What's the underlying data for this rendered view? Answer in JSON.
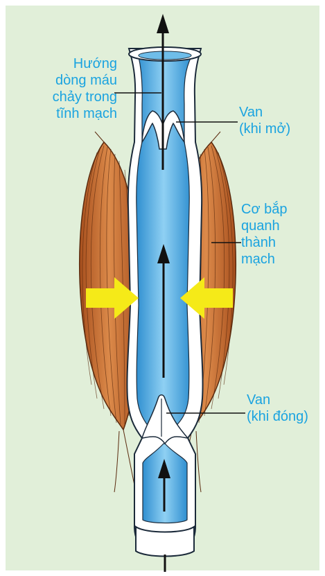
{
  "labels": {
    "blood_flow": "Hướng\ndòng máu\nchảy trong\ntĩnh mạch",
    "valve_open": "Van\n(khi mở)",
    "muscle": "Cơ bắp\nquanh\nthành\nmạch",
    "valve_closed": "Van\n(khi đóng)"
  },
  "colors": {
    "background": "#e1efd9",
    "label_text": "#1aa3e0",
    "blood": "#4aa6dd",
    "muscle": "#c96a2c",
    "pressure_arrow": "#f5ea18"
  }
}
